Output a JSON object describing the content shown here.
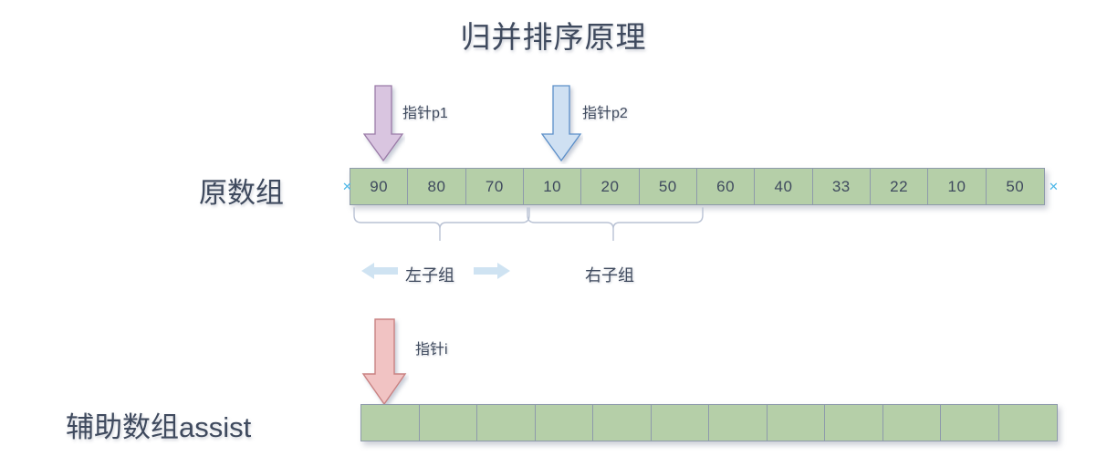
{
  "title": "归并排序原理",
  "labels": {
    "original_array": "原数组",
    "assist_array": "辅助数组assist",
    "pointer_p1": "指针p1",
    "pointer_p2": "指针p2",
    "pointer_i": "指针i",
    "left_subgroup": "左子组",
    "right_subgroup": "右子组"
  },
  "original_array": {
    "values": [
      "90",
      "80",
      "70",
      "10",
      "20",
      "50",
      "60",
      "40",
      "33",
      "22",
      "10",
      "50"
    ]
  },
  "assist_array": {
    "values": [
      "",
      "",
      "",
      "",
      "",
      "",
      "",
      "",
      "",
      "",
      "",
      ""
    ]
  },
  "handles": {
    "left": "✕",
    "right": "✕"
  },
  "icons": {
    "arrow_down_p1": "arrow-down-purple-icon",
    "arrow_down_p2": "arrow-down-blue-icon",
    "arrow_down_i": "arrow-down-red-icon",
    "arrow_left_small": "arrow-left-icon",
    "arrow_right_small": "arrow-right-icon",
    "brace_left": "curly-brace-icon",
    "brace_right": "curly-brace-icon"
  },
  "colors": {
    "cell_fill": "#b5cfa8",
    "cell_border": "#8e9aab",
    "arrow_p1_fill": "#d9c5e0",
    "arrow_p1_stroke": "#9b7ba8",
    "arrow_p2_fill": "#cfe0f2",
    "arrow_p2_stroke": "#5b8fc9",
    "arrow_i_fill": "#f1c3c3",
    "arrow_i_stroke": "#c98282",
    "accent_blue": "#4db8e8",
    "small_arrow": "#cfe3f2",
    "text": "#3f4a5e",
    "brace": "#b9c2d4"
  }
}
